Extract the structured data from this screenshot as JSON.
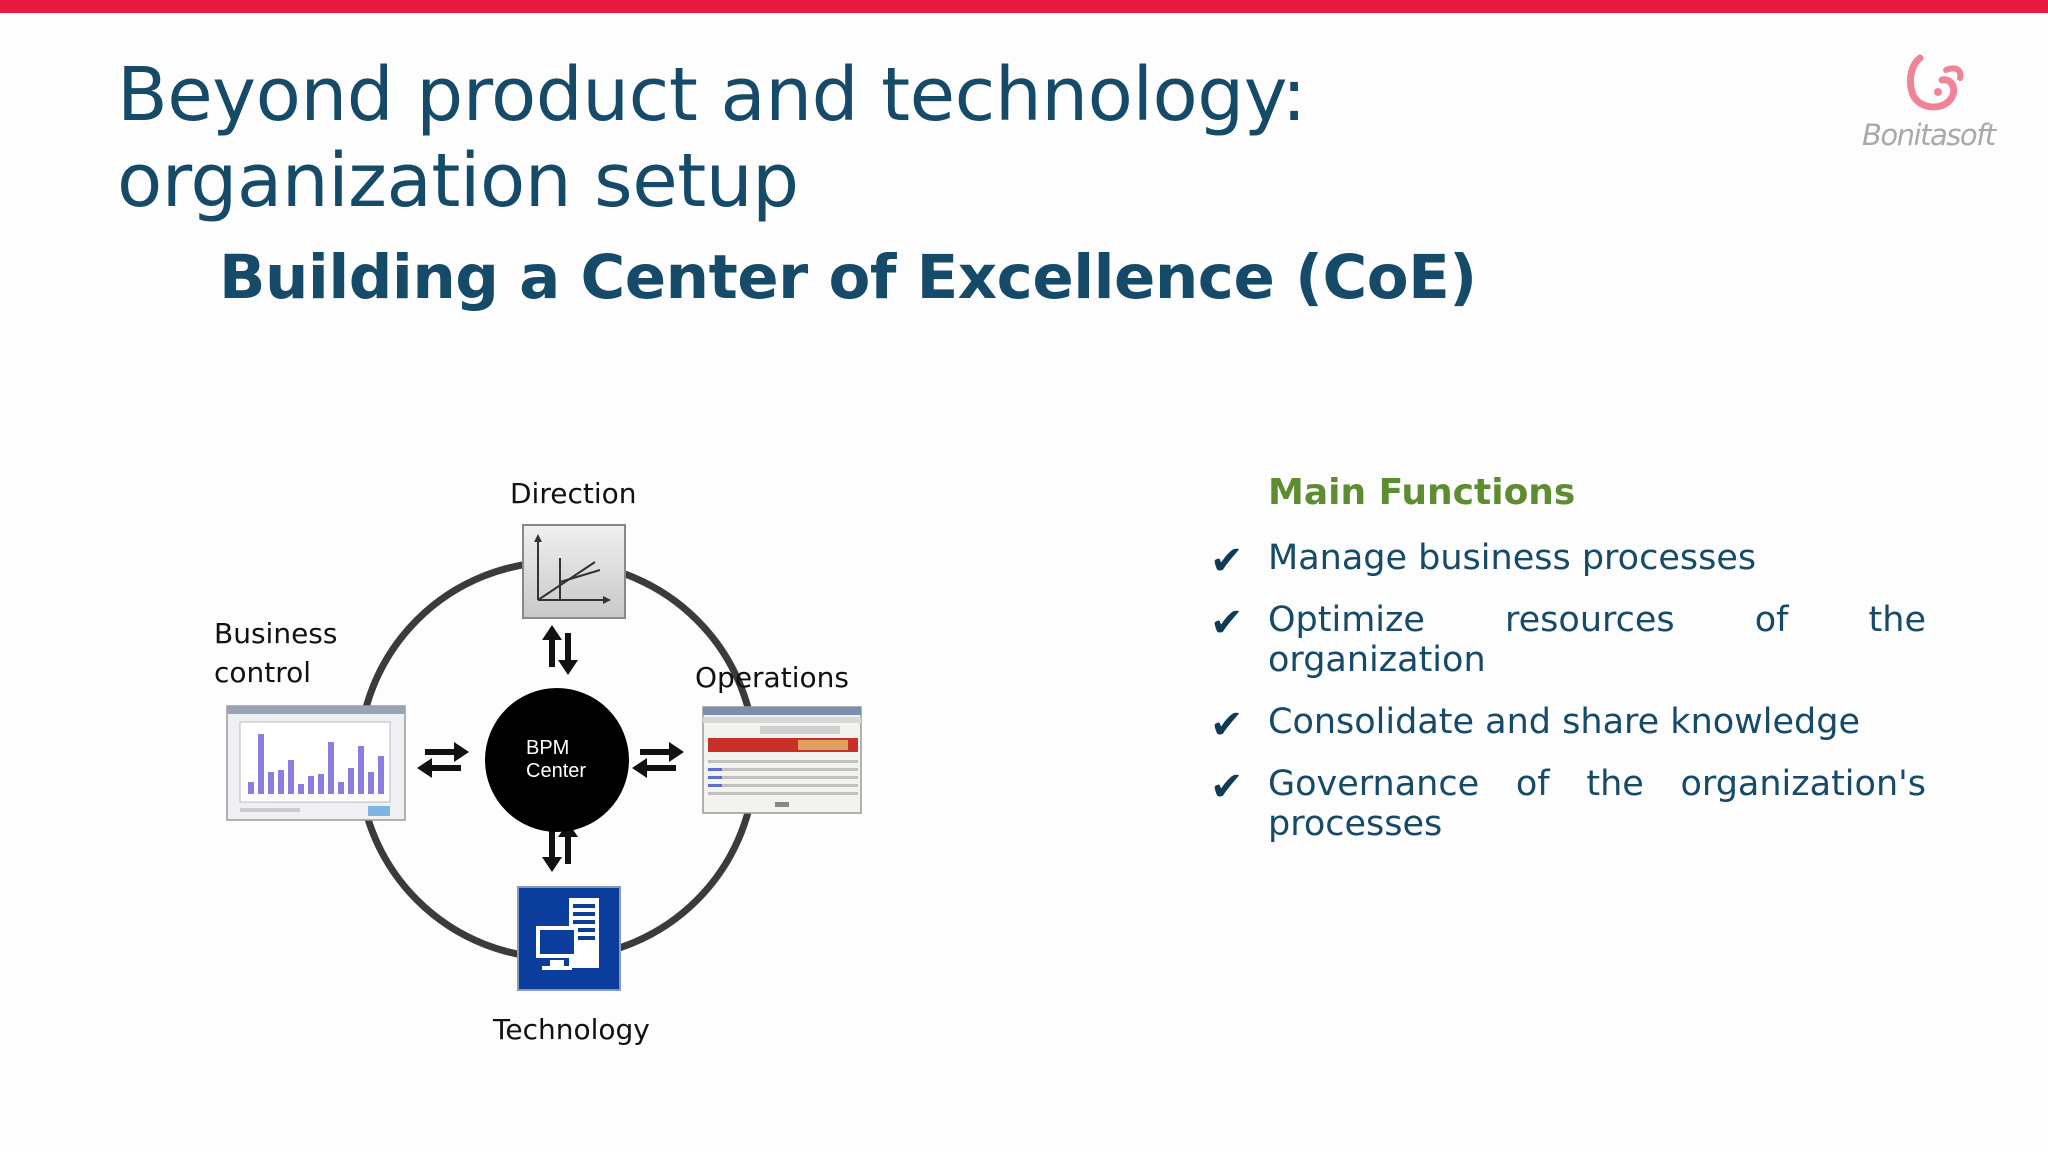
{
  "slide": {
    "title": "Beyond product and technology: organization setup",
    "subtitle": "Building a Center of Excellence (CoE)",
    "logo_text": "Bonitasoft",
    "colors": {
      "accent_bar": "#e8193c",
      "title": "#154a69",
      "heading": "#5e8c31",
      "logo": "#f08497"
    }
  },
  "diagram": {
    "center_label_line1": "BPM",
    "center_label_line2": "Center",
    "direction_label": "Direction",
    "business_control_line1": "Business",
    "business_control_line2": "control",
    "operations_label": "Operations",
    "technology_label": "Technology"
  },
  "functions": {
    "heading": "Main Functions",
    "items": [
      "Manage business processes",
      "Optimize resources of the organization",
      "Consolidate and share knowledge",
      "Governance of the organization's processes"
    ]
  }
}
